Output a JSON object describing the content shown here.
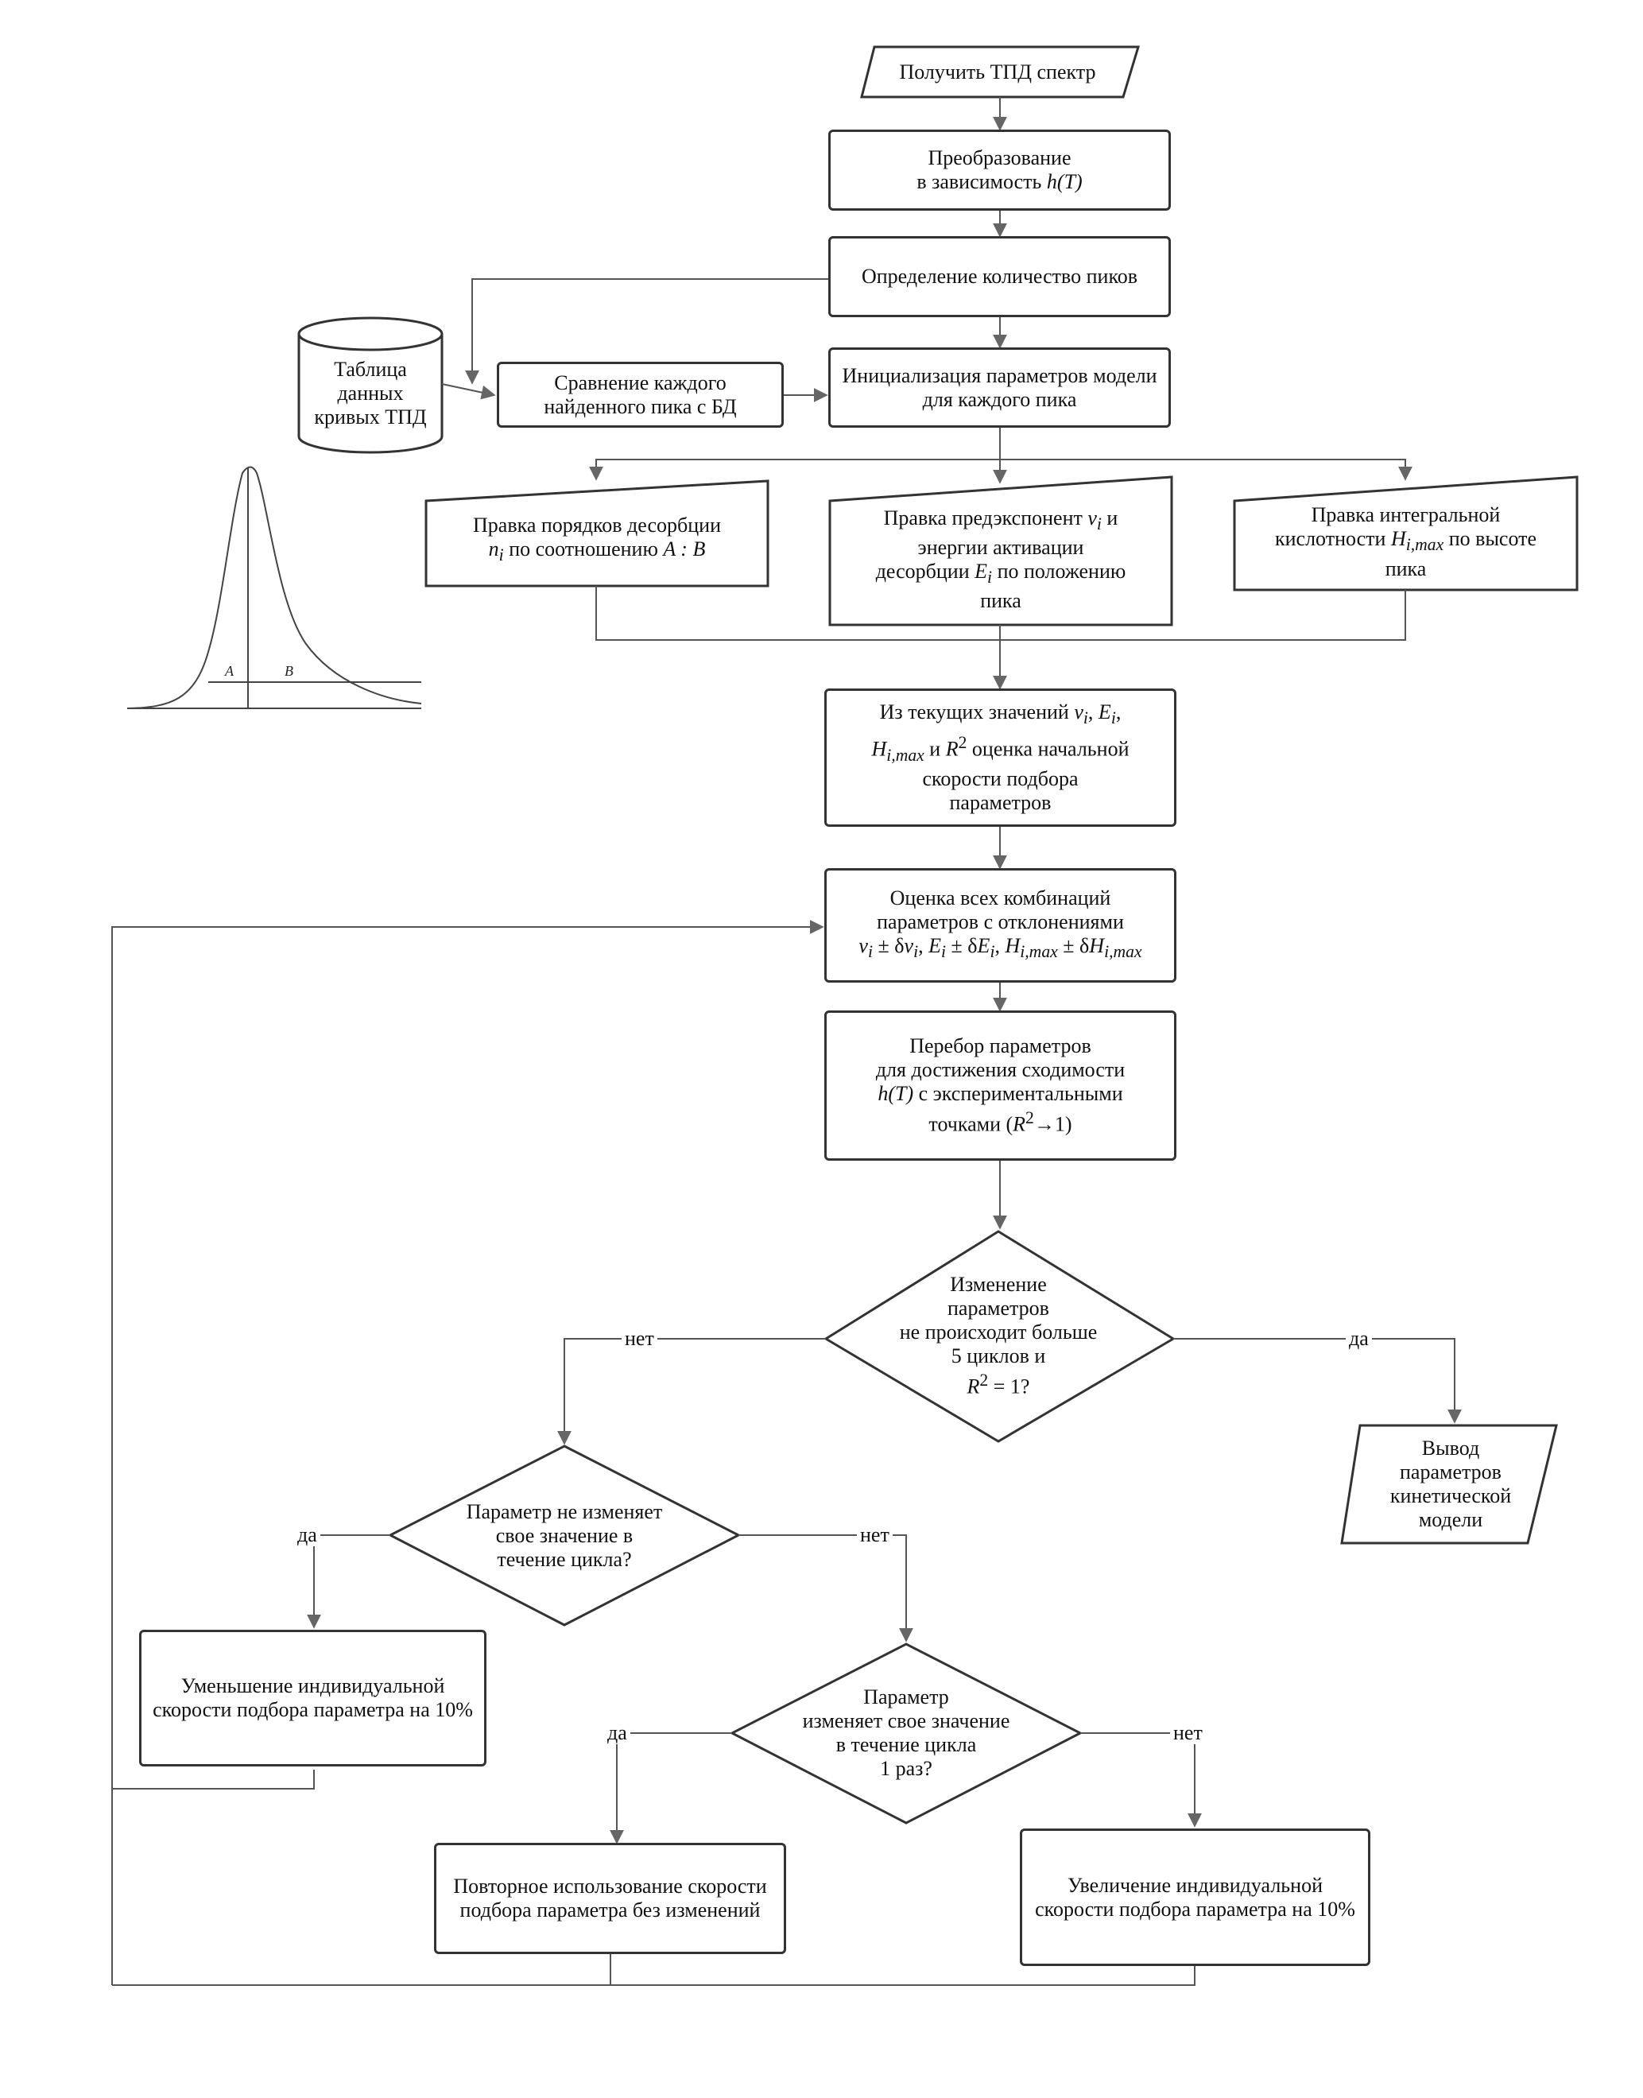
{
  "nodes": {
    "start": "Получить ТПД спектр",
    "transform_line1": "Преобразование",
    "transform_line2": "в зависимость ",
    "transform_func": "h(T)",
    "count_peaks": "Определение количество пиков",
    "database_line1": "Таблица",
    "database_line2": "данных",
    "database_line3": "кривых ТПД",
    "compare": "Сравнение каждого найденного пика с БД",
    "init_params": "Инициализация параметров модели для каждого пика",
    "order_line1": "Правка порядков десорбции",
    "order_var": "n",
    "order_sub": "i",
    "order_mid": " по соотношению ",
    "order_ratio": "A : B",
    "preexp_line1": "Правка предэкспонент ",
    "preexp_var": "v",
    "preexp_sub": "i",
    "preexp_and": " и",
    "preexp_line2": "энергии активации",
    "preexp_line3": "десорбции ",
    "preexp_evar": "E",
    "preexp_esub": "i",
    "preexp_line3b": " по положению",
    "preexp_line4": "пика",
    "acid_line1": "Правка интегральной",
    "acid_line2": "кислотности ",
    "acid_var": "H",
    "acid_sub": "i,max",
    "acid_line2b": " по высоте",
    "acid_line3": "пика",
    "estimate_line1": "Из текущих значений ",
    "estimate_line2": "и ",
    "estimate_line2b": " оценка начальной",
    "estimate_line3": "скорости подбора",
    "estimate_line4": "параметров",
    "combos_line1": "Оценка всех комбинаций",
    "combos_line2": "параметров с отклонениями",
    "search_line1": "Перебор параметров",
    "search_line2": "для достижения сходимости",
    "search_line3": " с экспериментальными",
    "search_line4": "точками (",
    "search_line4b": "1)",
    "decision_main_line1": "Изменение",
    "decision_main_line2": "параметров",
    "decision_main_line3": "не происходит больше",
    "decision_main_line4": "5 циклов и",
    "decision_main_line5": " = 1?",
    "output_line1": "Вывод",
    "output_line2": "параметров",
    "output_line3": "кинетической",
    "output_line4": "модели",
    "decision_unchanged": "Параметр не изменяет свое значение в течение цикла?",
    "decrease": "Уменьшение индивидуальной скорости подбора параметра на 10%",
    "decision_once_line1": "Параметр",
    "decision_once_line2": "изменяет свое значение",
    "decision_once_line3": "в течение цикла",
    "decision_once_line4": "1 раз?",
    "reuse": "Повторное использование скорости подбора параметра без изменений",
    "increase": "Увеличение индивидуальной скорости подбора параметра на 10%"
  },
  "edge_labels": {
    "main_no": "нет",
    "main_yes": "да",
    "unchanged_yes": "да",
    "unchanged_no": "нет",
    "once_yes": "да",
    "once_no": "нет"
  },
  "inset": {
    "label_a": "A",
    "label_b": "B"
  },
  "colors": {
    "line": "#555555",
    "border": "#333333",
    "text": "#111111"
  }
}
